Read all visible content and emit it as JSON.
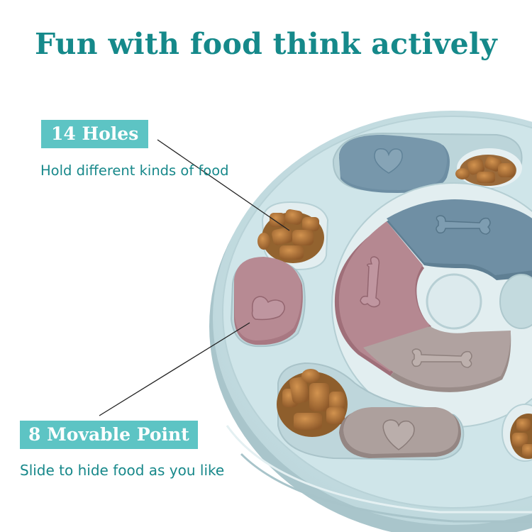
{
  "title": "Fun with food think actively",
  "callouts": [
    {
      "label": "14 Holes",
      "caption": "Hold different kinds of food"
    },
    {
      "label": "8 Movable Point",
      "caption": "Slide to hide food as you like"
    }
  ],
  "colors": {
    "title": "#15898a",
    "label_box": "#5dc4c4",
    "caption": "#17888a",
    "feeder_body": "#c9e2e6",
    "slider_blue": "#6f93a8",
    "slider_pink": "#b5878f",
    "slider_taupe": "#ae9f9c",
    "kibble": "#b87a3e"
  },
  "product": {
    "name": "dog puzzle feeder",
    "embossed_icons": [
      "heart-icon",
      "bone-icon"
    ]
  }
}
